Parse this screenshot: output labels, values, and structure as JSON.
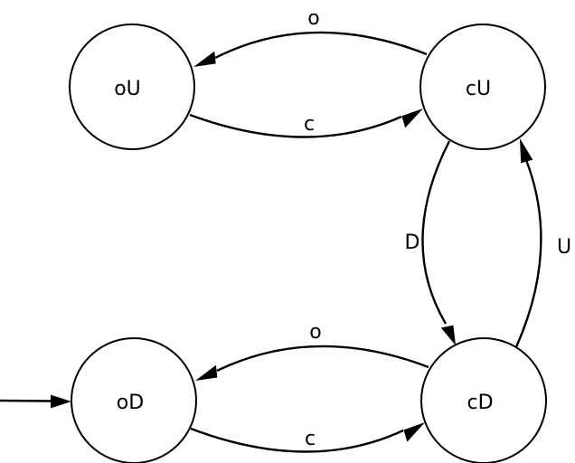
{
  "states": {
    "oU": "oU",
    "cU": "cU",
    "oD": "oD",
    "cD": "cD"
  },
  "transitions": {
    "cU_to_oU": {
      "label": "o",
      "from": "cU",
      "to": "oU"
    },
    "oU_to_cU": {
      "label": "c",
      "from": "oU",
      "to": "cU"
    },
    "cU_to_cD": {
      "label": "D",
      "from": "cU",
      "to": "cD"
    },
    "cD_to_cU": {
      "label": "U",
      "from": "cD",
      "to": "cU"
    },
    "cD_to_oD": {
      "label": "o",
      "from": "cD",
      "to": "oD"
    },
    "oD_to_cD": {
      "label": "c",
      "from": "oD",
      "to": "cD"
    }
  },
  "initial_state": "oD",
  "colors": {
    "stroke": "#000000",
    "fill": "#ffffff",
    "background": "#ffffff"
  }
}
